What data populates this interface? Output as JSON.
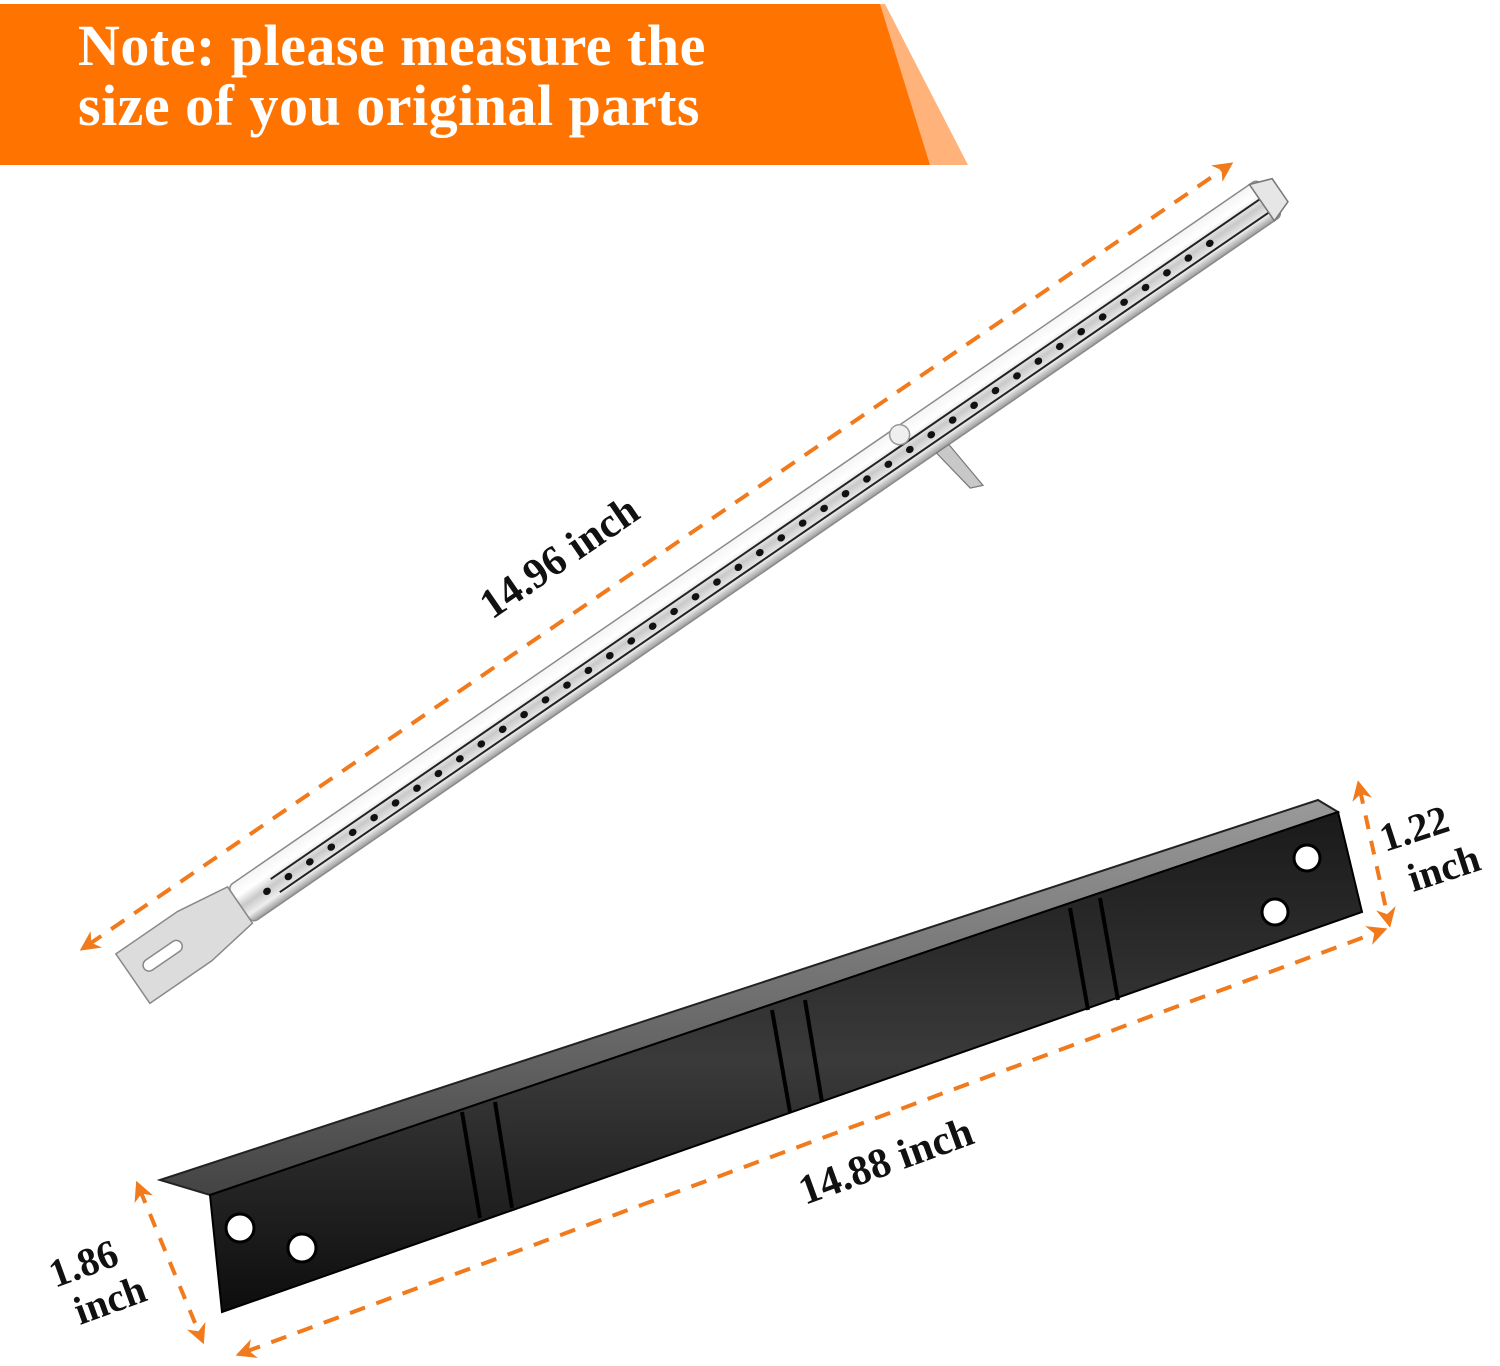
{
  "banner": {
    "line1": "Note:  please measure the",
    "line2": "size of you original parts",
    "bg_color": "#ff7400",
    "accent_color": "#ffb27a"
  },
  "products": {
    "burner": {
      "name": "Stainless steel tube burner",
      "length_label": "14.96 inch"
    },
    "heat_plate": {
      "name": "Black porcelain heat plate",
      "length_label": "14.88 inch",
      "width_right_value": "1.22",
      "width_right_unit": "inch",
      "width_left_value": "1.86",
      "width_left_unit": "inch"
    }
  },
  "colors": {
    "dimension_arrow": "#f07a1c",
    "text": "#111111"
  }
}
